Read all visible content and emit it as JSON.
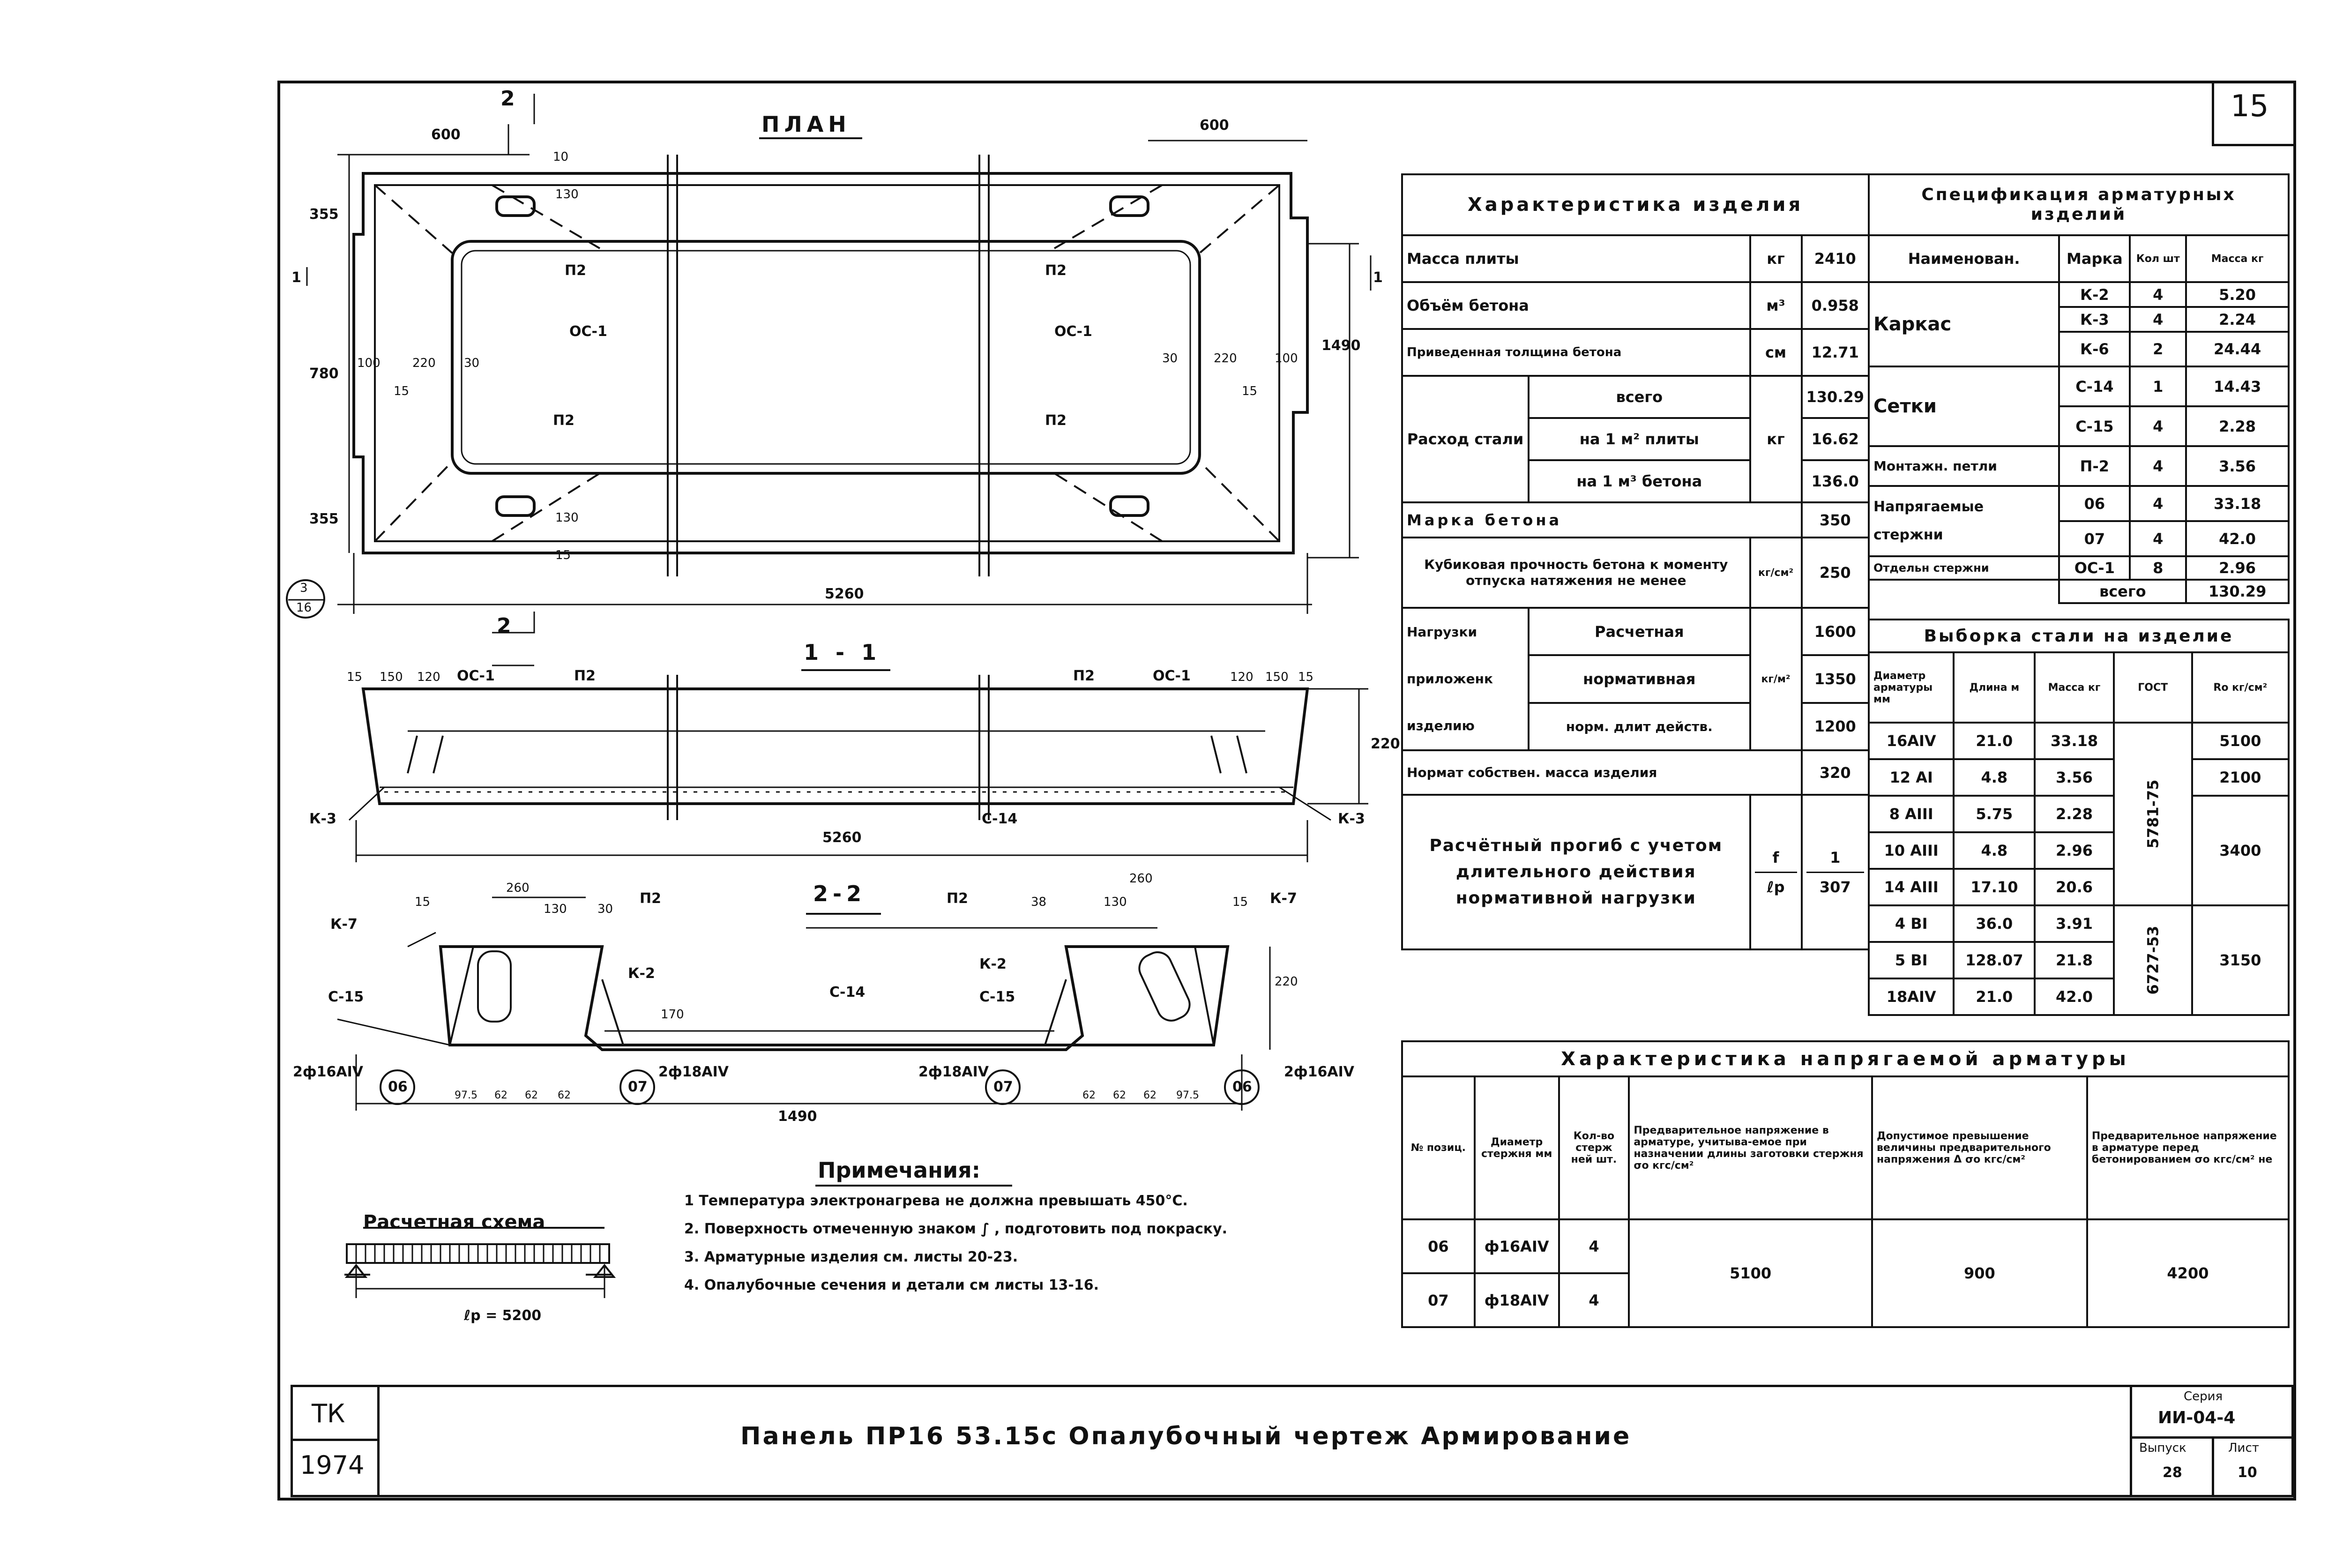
{
  "sheet": {
    "number": "15"
  },
  "plan": {
    "title": "ПЛАН",
    "section_mark": "2",
    "dim_top_left": "600",
    "dim_top_right": "600",
    "dim_side_top": "355",
    "dim_side_mid": "780",
    "dim_side_bottom": "355",
    "dim_overall": "5260",
    "dim_height": "1490",
    "dim_10": "10",
    "dim_15": "15",
    "dim_130": "130",
    "dim_100": "100",
    "dim_220": "220",
    "dim_30": "30",
    "label_p2": "П2",
    "label_os1": "ОС-1",
    "cut_mark": "1",
    "ref_num": "3",
    "ref_den": "16"
  },
  "section11": {
    "title": "1 - 1",
    "dims_left": [
      "15",
      "150",
      "120"
    ],
    "dims_right": [
      "120",
      "150",
      "15"
    ],
    "dim_220": "220",
    "dim_5260": "5260",
    "os1": "ОС-1",
    "p2": "П2",
    "k3": "К-3",
    "c14": "С-14"
  },
  "section22": {
    "title": "2-2",
    "dim_260": "260",
    "dim_130": "130",
    "dim_30": "30",
    "dim_38": "38",
    "dim_15": "15",
    "dim_220": "220",
    "dim_170": "170",
    "k7": "К-7",
    "p2": "П2",
    "k2": "К-2",
    "c15": "С-15",
    "c14": "С-14",
    "rod06_label": "2ф16АIV",
    "rod07_label": "2ф18АIV",
    "circ06": "06",
    "circ07": "07",
    "bottom_dims": [
      "97.5",
      "62",
      "62",
      "62"
    ],
    "dim_1490": "1490"
  },
  "notes": {
    "title": "Примечания:",
    "items": [
      "1 Температура электронагрева не должна превышать 450°С.",
      "2. Поверхность отмеченную знаком ∫ , подготовить под покраску.",
      "3. Арматурные изделия см. листы 20-23.",
      "4. Опалубочные сечения и детали см листы 13-16."
    ]
  },
  "scheme": {
    "title": "Расчетная схема",
    "span": "ℓр = 5200"
  },
  "char_table": {
    "header": "Характеристика изделия",
    "rows": [
      {
        "name": "Масса плиты",
        "unit": "кг",
        "value": "2410"
      },
      {
        "name": "Объём бетона",
        "unit": "м³",
        "value": "0.958"
      },
      {
        "name": "Приведенная толщина бетона",
        "unit": "см",
        "value": "12.71"
      }
    ],
    "steel": {
      "name": "Расход стали",
      "unit": "кг",
      "sub": [
        {
          "name": "всего",
          "value": "130.29"
        },
        {
          "name": "на 1 м² плиты",
          "value": "16.62"
        },
        {
          "name": "на 1 м³ бетона",
          "value": "136.0"
        }
      ]
    },
    "concrete_grade": {
      "name": "Марка бетона",
      "value": "350"
    },
    "cube": {
      "name": "Кубиковая прочность бетона к моменту отпуска натяжения не менее",
      "unit": "кг/см²",
      "value": "250"
    },
    "loads": {
      "name": "Нагрузки приложенк изделию",
      "unit": "кг/м²",
      "rows": [
        {
          "name": "Расчетная",
          "value": "1600"
        },
        {
          "name": "нормативная",
          "value": "1350"
        },
        {
          "name": "норм. длит действ.",
          "value": "1200"
        }
      ]
    },
    "own": {
      "name": "Нормат собствен. масса изделия",
      "value": "320"
    },
    "deflection": {
      "name": "Расчётный прогиб с учетом длительного действия нормативной нагрузки",
      "unit_top": "f",
      "unit_bot": "ℓр",
      "value_top": "1",
      "value_bot": "307"
    }
  },
  "spec_table": {
    "header": "Спецификация арматурных изделий",
    "cols": [
      "Наименован.",
      "Марка",
      "Кол шт",
      "Масса кг"
    ],
    "groups": [
      {
        "name": "Каркас",
        "rows": [
          {
            "mark": "К-2",
            "qty": "4",
            "mass": "5.20"
          },
          {
            "mark": "К-3",
            "qty": "4",
            "mass": "2.24"
          },
          {
            "mark": "К-6",
            "qty": "2",
            "mass": "24.44"
          }
        ]
      },
      {
        "name": "Сетки",
        "rows": [
          {
            "mark": "С-14",
            "qty": "1",
            "mass": "14.43"
          },
          {
            "mark": "С-15",
            "qty": "4",
            "mass": "2.28"
          }
        ]
      },
      {
        "name": "Монтажн. петли",
        "rows": [
          {
            "mark": "П-2",
            "qty": "4",
            "mass": "3.56"
          }
        ]
      },
      {
        "name": "Напрягаемые стержни",
        "rows": [
          {
            "mark": "06",
            "qty": "4",
            "mass": "33.18"
          },
          {
            "mark": "07",
            "qty": "4",
            "mass": "42.0"
          }
        ]
      },
      {
        "name": "Отдельн стержни",
        "rows": [
          {
            "mark": "ОС-1",
            "qty": "8",
            "mass": "2.96"
          }
        ]
      }
    ],
    "total_label": "всего",
    "total": "130.29"
  },
  "steel_table": {
    "header": "Выборка стали на изделие",
    "cols": [
      "Диаметр арматуры мм",
      "Длина м",
      "Масса кг",
      "ГОСТ",
      "Ro кг/см²"
    ],
    "rows": [
      [
        "16АIV",
        "21.0",
        "33.18"
      ],
      [
        "12 АI",
        "4.8",
        "3.56"
      ],
      [
        "8 АIII",
        "5.75",
        "2.28"
      ],
      [
        "10 АIII",
        "4.8",
        "2.96"
      ],
      [
        "14 АIII",
        "17.10",
        "20.6"
      ],
      [
        "4 ВI",
        "36.0",
        "3.91"
      ],
      [
        "5 ВI",
        "128.07",
        "21.8"
      ],
      [
        "18АIV",
        "21.0",
        "42.0"
      ]
    ],
    "gost1": "5781-75",
    "gost2": "6727-53",
    "ro": [
      "5100",
      "2100",
      "3400",
      "3150"
    ]
  },
  "prestress_table": {
    "header": "Характеристика напрягаемой арматуры",
    "cols": [
      "№ позиц.",
      "Диаметр стержня мм",
      "Кол-во стерж ней шт.",
      "Предварительное напряжение в арматуре, учитыва-емое при назначении длины заготовки стержня σo кгс/см²",
      "Допустимое превышение величины предварительного напряжения Δ σo кгс/см²",
      "Предварительное напряжение в арматуре перед бетонированием σo кгс/см² не"
    ],
    "rows": [
      {
        "pos": "06",
        "dia": "ф16АIV",
        "qty": "4"
      },
      {
        "pos": "07",
        "dia": "ф18АIV",
        "qty": "4"
      }
    ],
    "v1": "5100",
    "v2": "900",
    "v3": "4200"
  },
  "stamp": {
    "org": "ТК",
    "year": "1974",
    "title": "Панель ПР16 53.15с  Опалубочный  чертеж  Армирование",
    "series_label": "Серия",
    "series": "ИИ-04-4",
    "issue_label": "Выпуск",
    "issue": "28",
    "sheet_label": "Лист",
    "sheet": "10"
  }
}
